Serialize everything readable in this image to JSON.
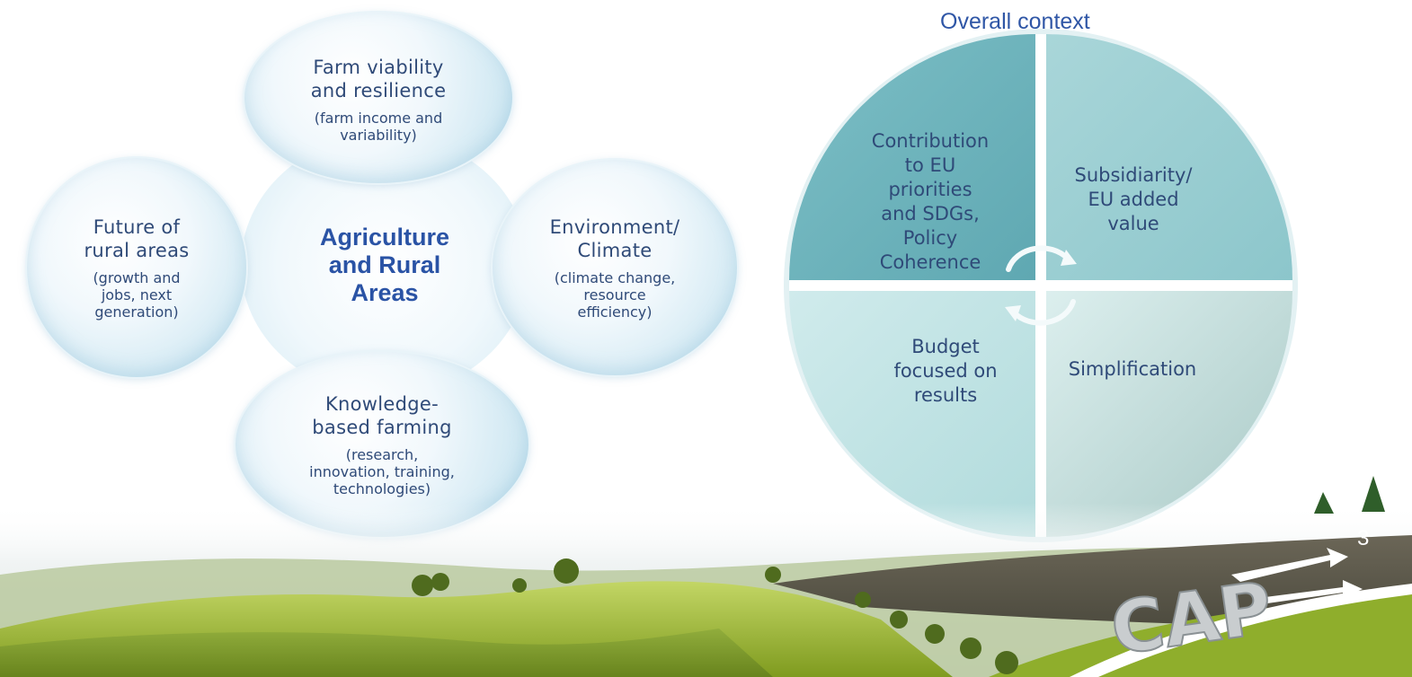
{
  "left_diagram": {
    "center": "Agriculture\nand Rural\nAreas",
    "top": {
      "title": "Farm viability\nand resilience",
      "detail": "(farm income and\nvariability)"
    },
    "left": {
      "title": "Future of\nrural areas",
      "detail": "(growth and\njobs, next\ngeneration)"
    },
    "right": {
      "title": "Environment/\nClimate",
      "detail": "(climate change,\nresource\nefficiency)"
    },
    "bottom": {
      "title": "Knowledge-\nbased farming",
      "detail": "(research,\ninnovation, training,\ntechnologies)"
    }
  },
  "overall_context": {
    "title": "Overall context",
    "quadrants": {
      "top_left": "Contribution\nto EU\npriorities\nand SDGs,\nPolicy\nCoherence",
      "top_right": "Subsidiarity/\nEU added\nvalue",
      "bottom_left": "Budget\nfocused on\nresults",
      "bottom_right": "Simplification"
    }
  },
  "footer": {
    "page_number": "3",
    "logo_text": "CAP"
  },
  "colors": {
    "title_blue": "#2f56a6",
    "text_navy": "#2f4a78",
    "quadrant_dark_teal": "#6fb5bd",
    "quadrant_light_teal": "#a4d3d6",
    "quadrant_pale": "#c5e3e2",
    "field_green": "#a9c33c"
  }
}
